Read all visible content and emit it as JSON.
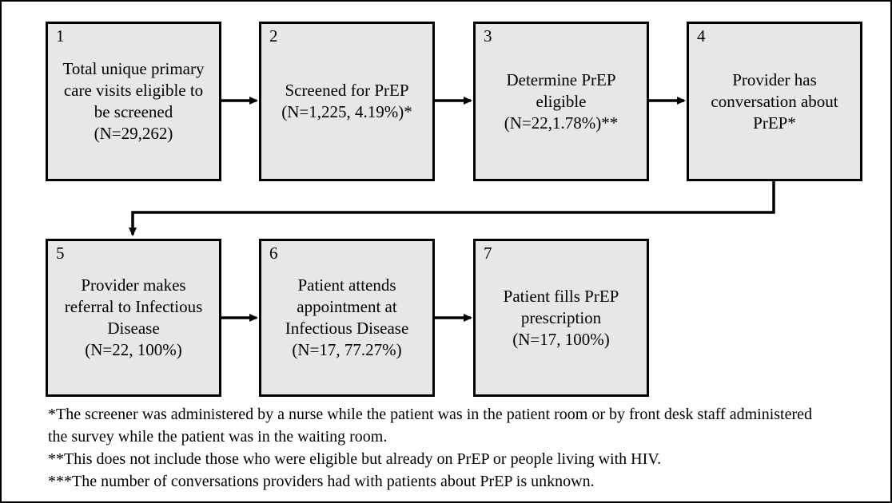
{
  "figure": {
    "title": "PrEP screening and referral cascade flowchart",
    "colors": {
      "background": "#ffffff",
      "box_fill": "#e8e6e6",
      "line": "#000000",
      "text": "#000000"
    }
  },
  "boxes": [
    {
      "number": "1",
      "lines": [
        "Total unique primary",
        "care visits eligible to",
        "be screened",
        "(N=29,262)"
      ]
    },
    {
      "number": "2",
      "lines": [
        "Screened for PrEP",
        "(N=1,225, 4.19%)*"
      ]
    },
    {
      "number": "3",
      "lines": [
        "Determine PrEP",
        "eligible",
        "(N=22,1.78%)**"
      ]
    },
    {
      "number": "4",
      "lines": [
        "Provider has",
        "conversation about",
        "PrEP*"
      ]
    },
    {
      "number": "5",
      "lines": [
        "Provider makes",
        "referral to Infectious",
        "Disease",
        "(N=22, 100%)"
      ]
    },
    {
      "number": "6",
      "lines": [
        "Patient attends",
        "appointment at",
        "Infectious Disease",
        "(N=17, 77.27%)"
      ]
    },
    {
      "number": "7",
      "lines": [
        "Patient fills PrEP",
        "prescription",
        "(N=17, 100%)"
      ]
    }
  ],
  "footnotes": {
    "lines": [
      "*The screener was administered by a nurse while the patient was in the patient room or by front desk staff administered",
      "the survey while the patient was in the waiting room.",
      "**This does not include those who were eligible but already on PrEP or people living with HIV.",
      "***The number of conversations providers had with patients about PrEP is unknown."
    ]
  }
}
